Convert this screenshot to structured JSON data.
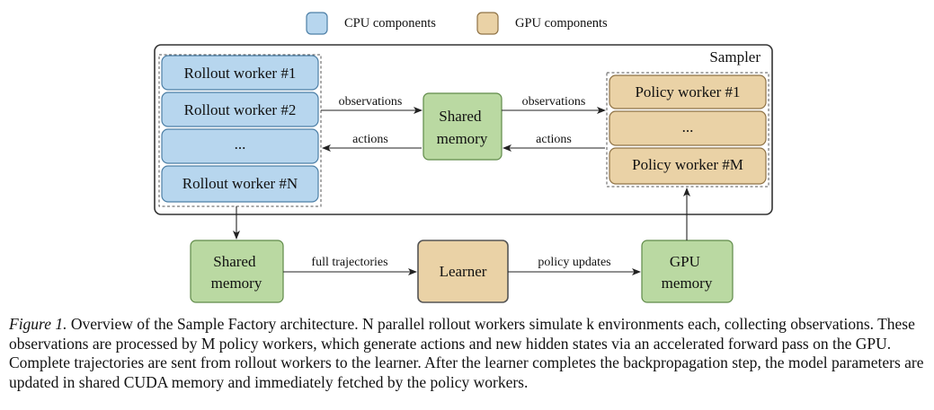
{
  "legend": {
    "cpu_label": "CPU components",
    "gpu_label": "GPU components"
  },
  "colors": {
    "cpu_fill": "#b7d6ee",
    "cpu_stroke": "#4d7fa6",
    "gpu_fill": "#ead2a6",
    "gpu_stroke": "#8f7347",
    "memory_fill": "#bad9a2",
    "memory_stroke": "#5f8a48",
    "line": "#222222"
  },
  "sampler": {
    "title": "Sampler",
    "rollout_workers": [
      "Rollout worker #1",
      "Rollout worker #2",
      "...",
      "Rollout worker #N"
    ],
    "policy_workers": [
      "Policy worker #1",
      "...",
      "Policy worker #M"
    ],
    "shared_memory": "Shared memory"
  },
  "edges": {
    "observations_left": "observations",
    "observations_right": "observations",
    "actions_left": "actions",
    "actions_right": "actions",
    "full_trajectories": "full trajectories",
    "policy_updates": "policy updates"
  },
  "bottom": {
    "shared_memory": "Shared memory",
    "learner": "Learner",
    "gpu_memory": "GPU memory"
  },
  "caption": {
    "label": "Figure 1.",
    "text": "Overview of the Sample Factory architecture. N parallel rollout workers simulate k environments each, collecting observations. These observations are processed by M policy workers, which generate actions and new hidden states via an accelerated forward pass on the GPU. Complete trajectories are sent from rollout workers to the learner. After the learner completes the backpropagation step, the model parameters are updated in shared CUDA memory and immediately fetched by the policy workers."
  }
}
